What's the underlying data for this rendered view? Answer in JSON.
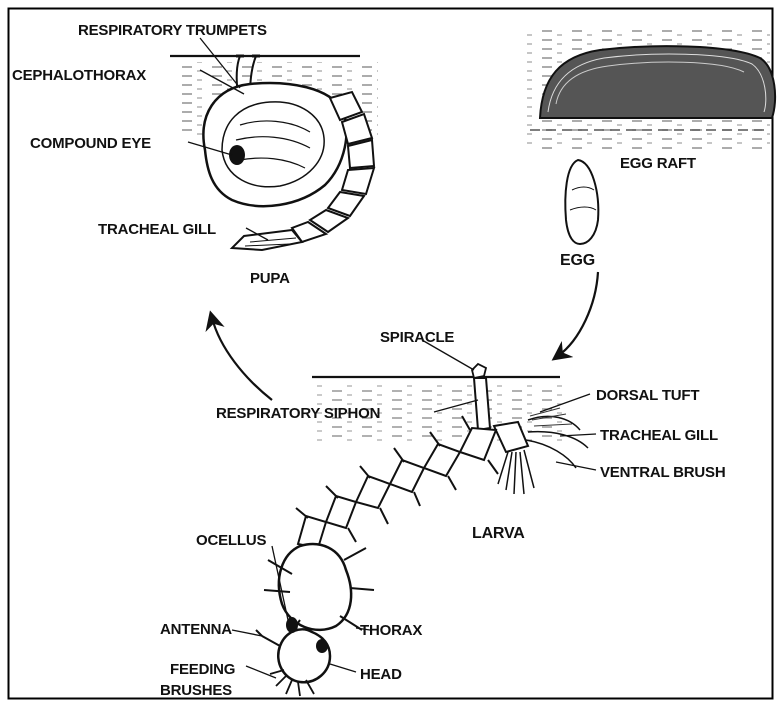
{
  "labels": {
    "respiratory_trumpets": "RESPIRATORY TRUMPETS",
    "cephalothorax": "CEPHALOTHORAX",
    "compound_eye": "COMPOUND EYE",
    "tracheal_gill_pupa": "TRACHEAL GILL",
    "pupa": "PUPA",
    "egg_raft": "EGG RAFT",
    "egg": "EGG",
    "spiracle": "SPIRACLE",
    "respiratory_siphon": "RESPIRATORY SIPHON",
    "dorsal_tuft": "DORSAL TUFT",
    "tracheal_gill_larva": "TRACHEAL GILL",
    "ventral_brush": "VENTRAL BRUSH",
    "larva": "LARVA",
    "ocellus": "OCELLUS",
    "antenna": "ANTENNA",
    "thorax": "THORAX",
    "feeding_brushes_1": "FEEDING",
    "feeding_brushes_2": "BRUSHES",
    "head": "HEAD"
  },
  "colors": {
    "ink": "#111111",
    "frame": "#000000",
    "background": "#ffffff"
  }
}
